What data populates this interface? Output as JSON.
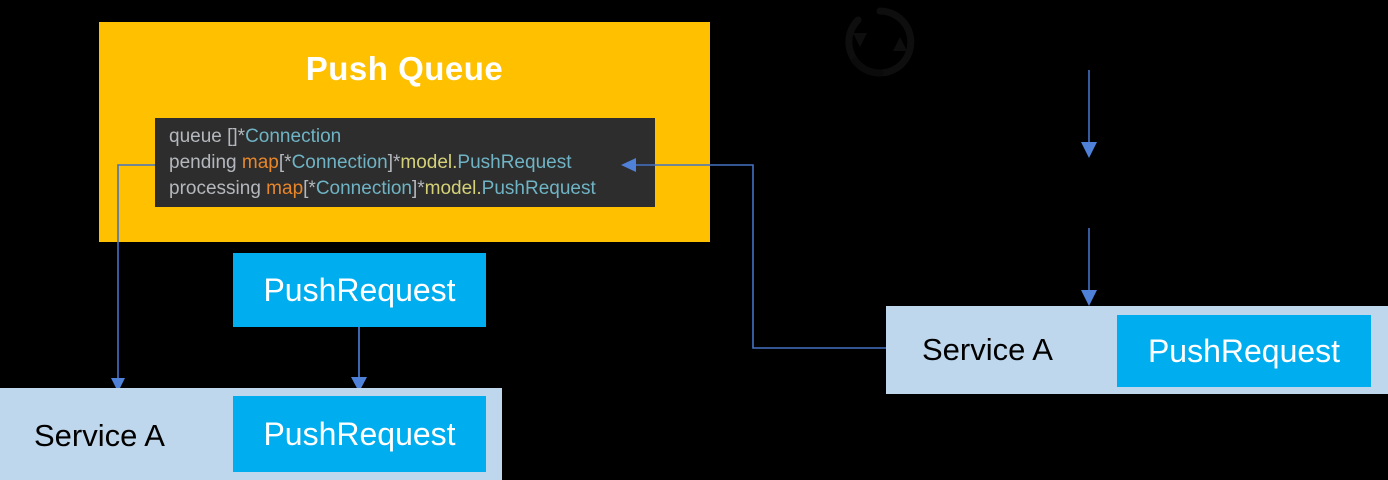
{
  "diagram": {
    "background_color": "#000000",
    "accent_colors": {
      "panel_yellow": "#FFC000",
      "box_blue": "#00AEEF",
      "service_blue": "#BFD7EC",
      "code_bg": "#2D2D2D",
      "connector_blue": "#4472C4",
      "arrow_blue": "#4F81D8"
    }
  },
  "push_queue": {
    "title": "Push Queue",
    "code": {
      "lines": [
        {
          "field": "queue",
          "tokens": [
            {
              "text": " []*",
              "kind": "plain"
            },
            {
              "text": "Connection",
              "kind": "type"
            }
          ]
        },
        {
          "field": "pending",
          "tokens": [
            {
              "text": " ",
              "kind": "plain"
            },
            {
              "text": "map",
              "kind": "keyword"
            },
            {
              "text": "[*",
              "kind": "plain"
            },
            {
              "text": "Connection",
              "kind": "type"
            },
            {
              "text": "]*",
              "kind": "plain"
            },
            {
              "text": "model.",
              "kind": "package"
            },
            {
              "text": "PushRequest",
              "kind": "type"
            }
          ]
        },
        {
          "field": "processing",
          "tokens": [
            {
              "text": " ",
              "kind": "plain"
            },
            {
              "text": "map",
              "kind": "keyword"
            },
            {
              "text": "[*",
              "kind": "plain"
            },
            {
              "text": "Connection",
              "kind": "type"
            },
            {
              "text": "]*",
              "kind": "plain"
            },
            {
              "text": "model.",
              "kind": "package"
            },
            {
              "text": "PushRequest",
              "kind": "type"
            }
          ]
        }
      ]
    }
  },
  "left_cluster": {
    "push_request_upper": "PushRequest",
    "service_label": "Service A",
    "push_request_inner": "PushRequest"
  },
  "right_cluster": {
    "service_label": "Service A",
    "push_request_inner": "PushRequest"
  },
  "icons": {
    "refresh": "refresh-circle-icon"
  }
}
